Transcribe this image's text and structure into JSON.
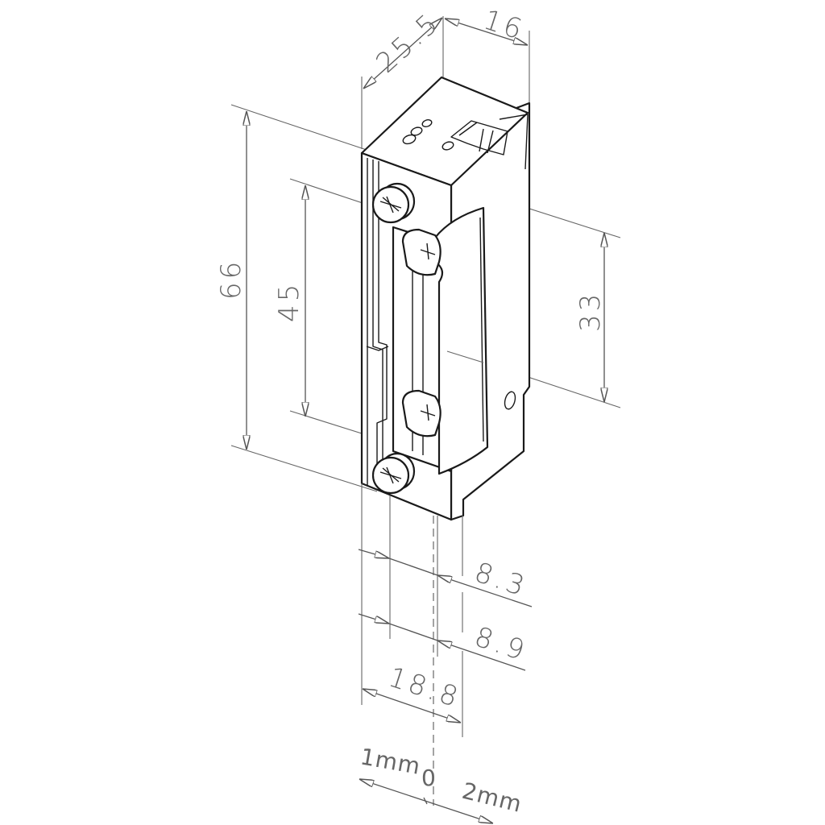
{
  "diagram": {
    "subject": "Electric door strike, isometric dimensioned drawing",
    "units": "mm",
    "dimensions": {
      "depth": "25.5",
      "width": "16",
      "overall_height": "66",
      "screw_spacing": "45",
      "latch_opening": "33",
      "offset_a": "8.3",
      "offset_b": "8.9",
      "faceplate_width": "18.8"
    },
    "scale": {
      "left_label": "1mm",
      "center_label": "0",
      "right_label": "2mm"
    },
    "colors": {
      "line": "#1a1a1a",
      "dimension": "#666666",
      "background": "#ffffff"
    }
  }
}
